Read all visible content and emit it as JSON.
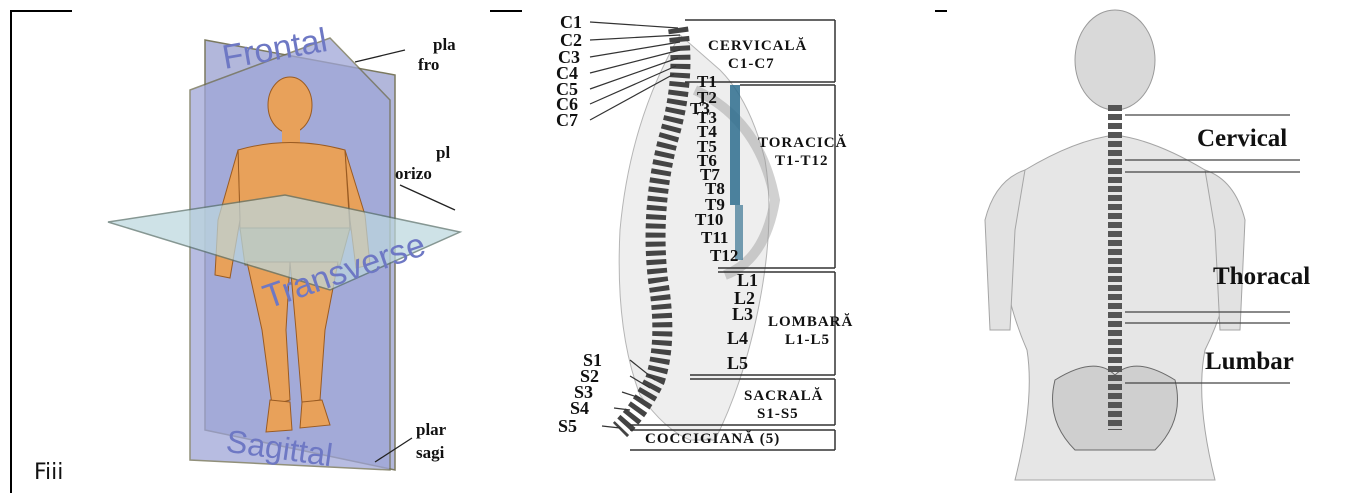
{
  "colors": {
    "frontal_plane": "#9fa6d8",
    "sagittal_plane": "#aab0d8",
    "transverse_plane": "#bcd7de",
    "skin": "#e8a15a",
    "spine_highlight": "#2e6d8e",
    "bone": "#555555"
  },
  "panel_planes": {
    "frontal_text": "Frontal",
    "transverse_text": "Transverse",
    "sagittal_text": "Sagittal",
    "label_frontal": [
      "pla",
      "fro"
    ],
    "label_orizontal": [
      "pl",
      "orizo"
    ],
    "label_sagital": [
      "plar",
      "sagi"
    ],
    "caption": "Fiii"
  },
  "panel_spine_ro": {
    "cervical_letters": [
      "C1",
      "C2",
      "C3",
      "C4",
      "C5",
      "C6",
      "C7"
    ],
    "thoracic_letters": [
      "T1",
      "T2",
      "T3",
      "T3",
      "T4",
      "T5",
      "T6",
      "T7",
      "T8",
      "T9",
      "T10",
      "T11",
      "T12"
    ],
    "lumbar_letters": [
      "L1",
      "L2",
      "L3",
      "L4",
      "L5"
    ],
    "sacral_letters": [
      "S1",
      "S2",
      "S3",
      "S4",
      "S5"
    ],
    "regions": {
      "cervical": [
        "CERVICALĂ",
        "C1-C7"
      ],
      "thoracic": [
        "TORACICĂ",
        "T1-T12"
      ],
      "lumbar": [
        "LOMBARĂ",
        "L1-L5"
      ],
      "sacral": [
        "SACRALĂ",
        "S1-S5"
      ],
      "coccygeal": "COCCIGIANĂ (5)"
    }
  },
  "panel_back": {
    "regions": [
      "Cervical",
      "Thoracal",
      "Lumbar"
    ]
  }
}
